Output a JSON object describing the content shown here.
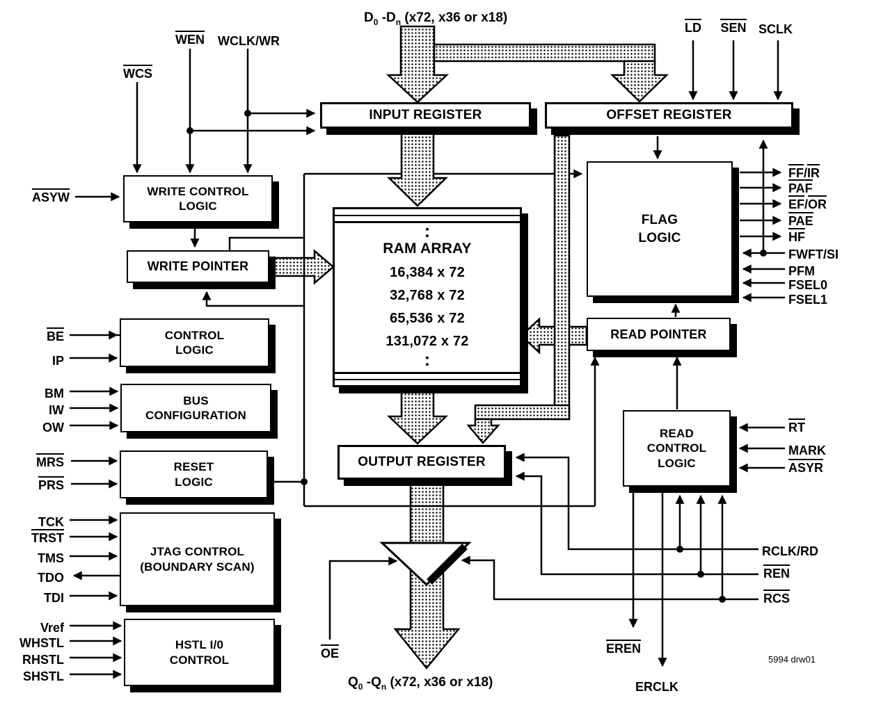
{
  "signals": {
    "wcs": "WCS",
    "wen": "WEN",
    "wclk_wr": "WCLK/WR",
    "asyw": "ASYW",
    "ld": "LD",
    "sen": "SEN",
    "sclk": "SCLK",
    "be": "BE",
    "ip": "IP",
    "bm": "BM",
    "iw": "IW",
    "ow": "OW",
    "mrs": "MRS",
    "prs": "PRS",
    "tck": "TCK",
    "trst": "TRST",
    "tms": "TMS",
    "tdo": "TDO",
    "tdi": "TDI",
    "vref": "Vref",
    "whstl": "WHSTL",
    "rhstl": "RHSTL",
    "shstl": "SHSTL",
    "oe": "OE",
    "ff": "FF",
    "ir": "IR",
    "sep": "/",
    "paf": "PAF",
    "ef": "EF",
    "or": "OR",
    "pae": "PAE",
    "hf": "HF",
    "fwft_si": "FWFT/SI",
    "pfm": "PFM",
    "fsel0": "FSEL0",
    "fsel1": "FSEL1",
    "rt": "RT",
    "mark": "MARK",
    "asyr": "ASYR",
    "rclk_rd": "RCLK/RD",
    "ren": "REN",
    "rcs": "RCS",
    "eren": "EREN",
    "erclk": "ERCLK"
  },
  "buses": {
    "d_prefix": "D",
    "d_sub0": "0",
    "d_mid": " -D",
    "d_subn": "n",
    "d_suffix": " (x72, x36 or x18)",
    "q_prefix": "Q",
    "q_sub0": "0",
    "q_mid": " -Q",
    "q_subn": "n",
    "q_suffix": " (x72, x36 or x18)"
  },
  "boxes": {
    "input_register": "INPUT REGISTER",
    "offset_register": "OFFSET REGISTER",
    "write_control_line1": "WRITE CONTROL",
    "write_control_line2": "LOGIC",
    "write_pointer": "WRITE POINTER",
    "ram_title": "RAM ARRAY",
    "ram_sizes": [
      "16,384 x 72",
      "32,768 x 72",
      "65,536 x 72",
      "131,072 x 72"
    ],
    "ram_dots": ":",
    "flag_line1": "FLAG",
    "flag_line2": "LOGIC",
    "read_pointer": "READ POINTER",
    "read_control_line1": "READ",
    "read_control_line2": "CONTROL",
    "read_control_line3": "LOGIC",
    "control_line1": "CONTROL",
    "control_line2": "LOGIC",
    "bus_config_line1": "BUS",
    "bus_config_line2": "CONFIGURATION",
    "reset_line1": "RESET",
    "reset_line2": "LOGIC",
    "jtag_line1": "JTAG CONTROL",
    "jtag_line2": "(BOUNDARY SCAN)",
    "hstl_line1": "HSTL I/0",
    "hstl_line2": "CONTROL",
    "output_register": "OUTPUT REGISTER"
  },
  "footnote": "5994 drw01",
  "colors": {
    "line": "#000000",
    "background": "#ffffff",
    "box_fill": "#ffffff"
  }
}
